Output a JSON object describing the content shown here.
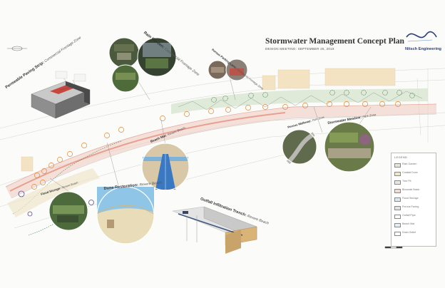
{
  "header": {
    "title": "Stormwater Management Concept Plan",
    "subtitle": "DESIGN MEETING: SEPTEMBER 25, 2019",
    "logo_text": "Nitsch Engineering"
  },
  "callouts": [
    {
      "id": "paving",
      "title": "Permeable Paving Strip:",
      "zone": "Commercial Frontage Zone"
    },
    {
      "id": "rain",
      "title": "Rain Garden:",
      "zone": "Commercial Frontage Zone"
    },
    {
      "id": "parking",
      "title": "Porous Parking Lane:",
      "zone": "Commercial Frontage Zone"
    },
    {
      "id": "mats",
      "title": "Beach Mat:",
      "zone": "Revere Beach"
    },
    {
      "id": "walkway",
      "title": "Porous Walkway:",
      "zone": "Park Zone"
    },
    {
      "id": "meadow",
      "title": "Stormwater Meadow:",
      "zone": "Park Zone"
    },
    {
      "id": "flood",
      "title": "Flood Storage:",
      "zone": "Revere Beach"
    },
    {
      "id": "dune",
      "title": "Dune Restoration:",
      "zone": "Revere Beach"
    },
    {
      "id": "outfall",
      "title": "Outfall Infiltration Trench:",
      "zone": "Revere Beach"
    }
  ],
  "legend": {
    "heading": "LEGEND",
    "items": [
      {
        "label": "Rain Garden",
        "color": "#dfe9d6"
      },
      {
        "label": "Coastal Dune",
        "color": "#efe6cc"
      },
      {
        "label": "Tree Pit",
        "color": "#e9e9e3"
      },
      {
        "label": "Bioswale Basin",
        "color": "#f2dcd2"
      },
      {
        "label": "Flood Storage",
        "color": "#dde8ee"
      },
      {
        "label": "Porous Paving",
        "color": "#e3e3e3"
      },
      {
        "label": "Outfall Pipe",
        "color": "#ffffff"
      },
      {
        "label": "Beach Mat",
        "color": "#e5eef4"
      },
      {
        "label": "Drain Outlet",
        "color": "#ffffff"
      }
    ]
  },
  "colors": {
    "road_band": "#f1c9c0",
    "planting": "#d9e6cf",
    "parcel": "#f4e3c3",
    "tree_orange": "#e08a3a",
    "tree_green": "#3f7d4a",
    "logo_blue": "#2a3d7a"
  }
}
